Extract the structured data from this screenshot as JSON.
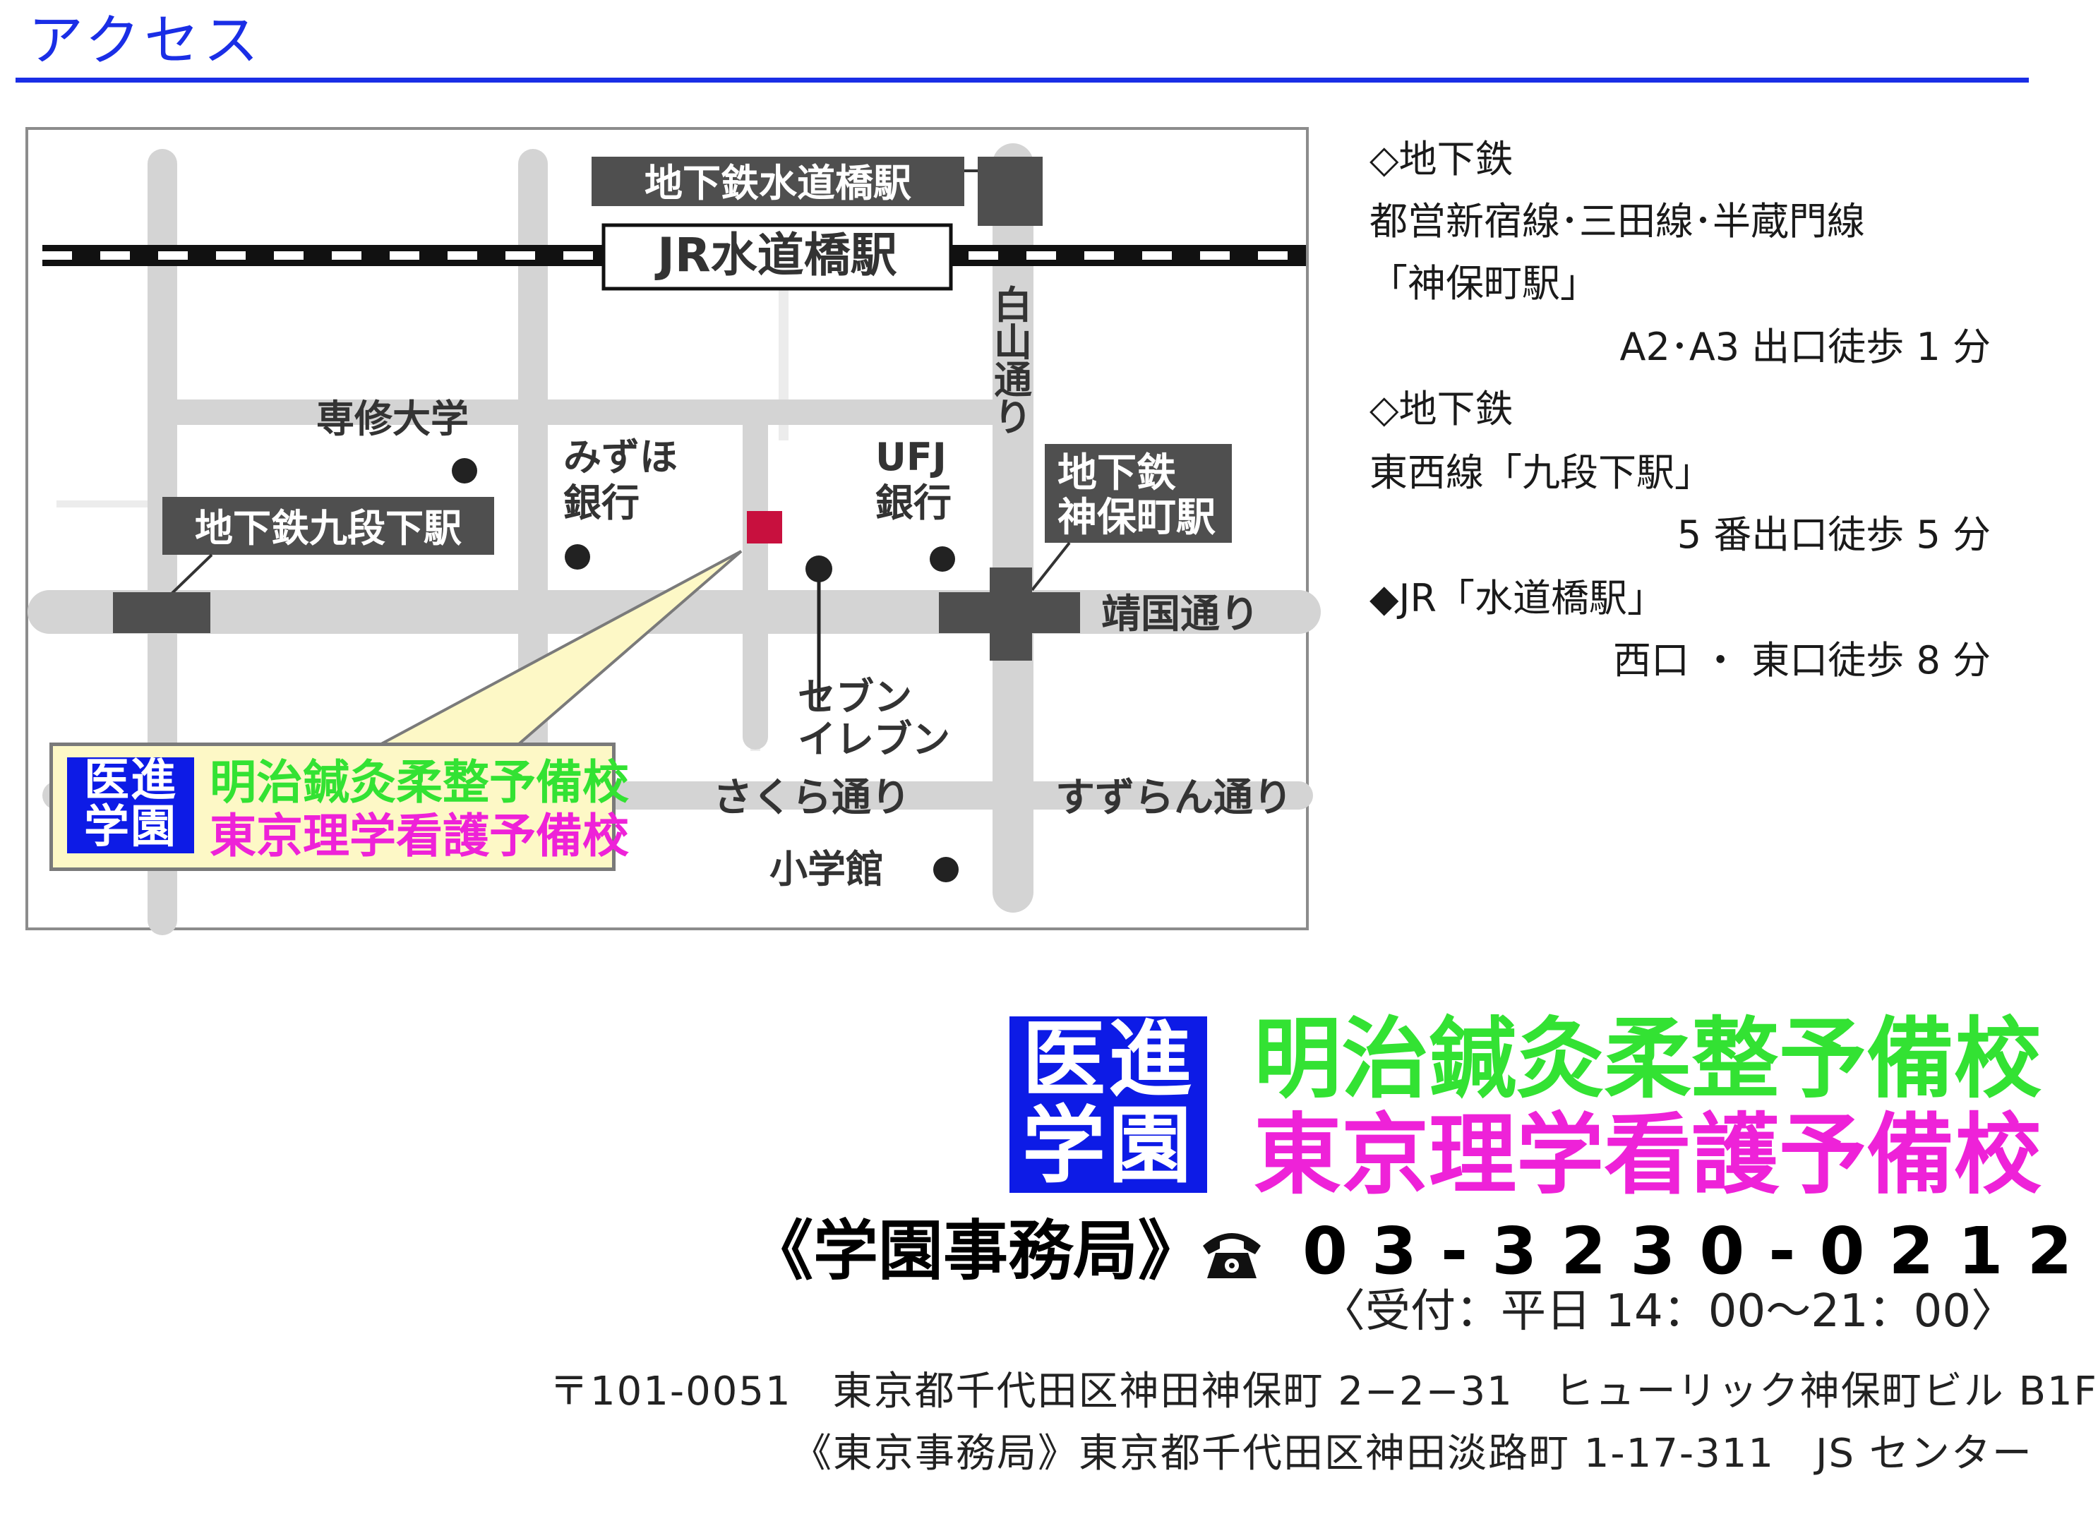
{
  "header": {
    "title": "アクセス"
  },
  "map": {
    "stations": {
      "jr_suidobashi": "JR水道橋駅",
      "subway_suidobashi": "地下鉄水道橋駅",
      "kudanshita": "地下鉄九段下駅",
      "jimbocho_line1": "地下鉄",
      "jimbocho_line2": "神保町駅"
    },
    "streets": {
      "hakusan": "白山通り",
      "yasukuni": "靖国通り",
      "sakura": "さくら通り",
      "suzuran": "すずらん通り"
    },
    "landmarks": {
      "senshu": "専修大学",
      "mizuho_1": "みずほ",
      "mizuho_2": "銀行",
      "ufj_1": "UFJ",
      "ufj_2": "銀行",
      "seven_1": "セブン",
      "seven_2": "イレブン",
      "shogakukan": "小学館"
    },
    "callout": {
      "badge_line1": "医進",
      "badge_line2": "学園",
      "school1": "明治鍼灸柔整予備校",
      "school2": "東京理学看護予備校"
    },
    "colors": {
      "marker": "#c8103e",
      "school1": "#33e233",
      "school2": "#ee22d8",
      "badge": "#0d1be6"
    }
  },
  "access": [
    {
      "text": "◇地下鉄"
    },
    {
      "text": "都営新宿線･三田線･半蔵門線"
    },
    {
      "text": "「神保町駅」"
    },
    {
      "text": "A2･A3 出口徒歩 1 分"
    },
    {
      "text": "◇地下鉄"
    },
    {
      "text": "東西線「九段下駅」"
    },
    {
      "text": "5 番出口徒歩 5 分"
    },
    {
      "text": "◆JR「水道橋駅」"
    },
    {
      "text": "西口 ・ 東口徒歩 8 分"
    }
  ],
  "logo": {
    "badge_line1": "医進",
    "badge_line2": "学園",
    "school1": "明治鍼灸柔整予備校",
    "school2": "東京理学看護予備校"
  },
  "contact": {
    "office_label": "《学園事務局》",
    "phone_icon": "telephone-icon",
    "phone": "03-3230-0212",
    "hours": "〈受付：平日 14：00〜21：00〉"
  },
  "address": {
    "line1": "〒101-0051　東京都千代田区神田神保町 2−2−31　ヒューリック神保町ビル B1F",
    "line2": "《東京事務局》東京都千代田区神田淡路町 1-17-311　JS センター"
  }
}
